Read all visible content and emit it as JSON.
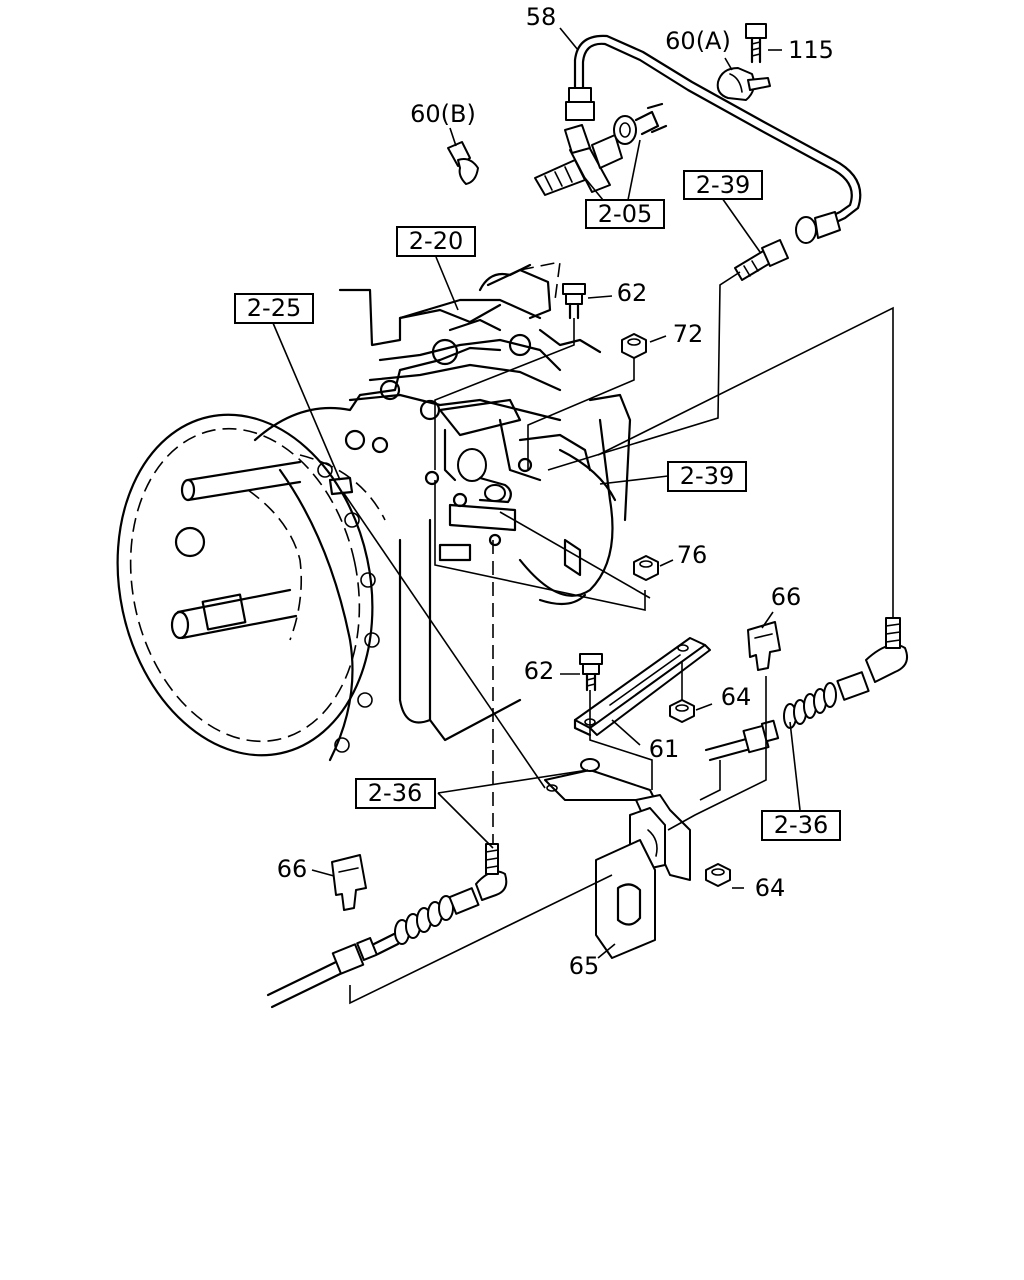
{
  "labels": {
    "part_58": "58",
    "part_60a": "60(A)",
    "part_115": "115",
    "part_60b": "60(B)",
    "ref_2_05": "2-05",
    "ref_2_39_top": "2-39",
    "ref_2_20": "2-20",
    "ref_2_25": "2-25",
    "part_62_top": "62",
    "part_72": "72",
    "ref_2_39_mid": "2-39",
    "part_76": "76",
    "part_66_right": "66",
    "part_62_mid": "62",
    "part_64_top": "64",
    "part_61": "61",
    "ref_2_36_left": "2-36",
    "ref_2_36_right": "2-36",
    "part_66_left": "66",
    "part_64_bottom": "64",
    "part_65": "65"
  }
}
